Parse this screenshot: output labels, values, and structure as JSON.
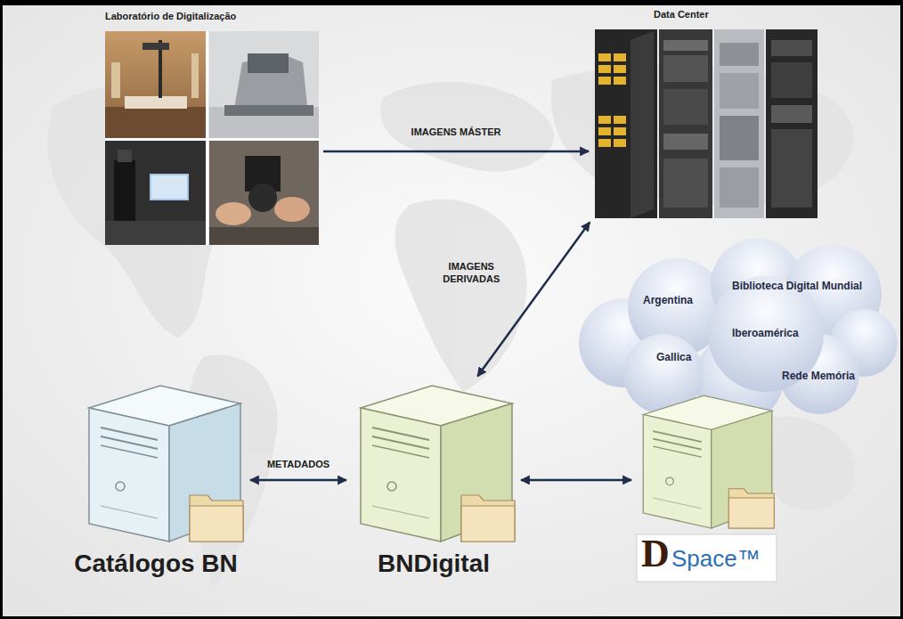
{
  "diagram": {
    "nodes": [
      {
        "text": [
          "Laboratório de Digitalização"
        ]
      },
      {
        "text": [
          "Data Center"
        ]
      },
      {
        "text": [
          "Biblioteca Digital Mundial",
          "Argentina",
          "Iberoamérica",
          "Gallica",
          "Rede Memória"
        ]
      },
      {
        "text": [
          "Catálogos BN"
        ]
      },
      {
        "text": [
          "BNDigital"
        ]
      },
      {
        "text": [
          "D",
          "Space™"
        ]
      }
    ],
    "edges": [
      {
        "from": 0,
        "to": 1,
        "arrow": "to",
        "label": "IMAGENS MÁSTER"
      },
      {
        "from": 1,
        "to": 4,
        "arrow": "both",
        "label": "IMAGENS DERIVADAS"
      },
      {
        "from": 3,
        "to": 4,
        "arrow": "both",
        "label": "METADADOS"
      },
      {
        "from": 4,
        "to": 5,
        "arrow": "both"
      }
    ]
  }
}
